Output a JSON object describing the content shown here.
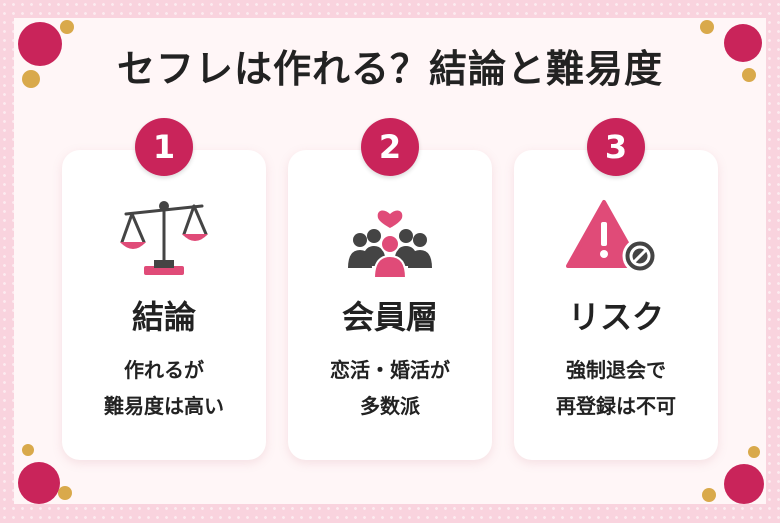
{
  "title": "セフレは作れる？結論と難易度",
  "colors": {
    "accent": "#c9245a",
    "gold": "#d9a94b",
    "pink_bg": "#f9d3de"
  },
  "cards": [
    {
      "number": "1",
      "icon": "balance-scale-icon",
      "title": "結論",
      "lines": [
        "作れるが",
        "難易度は高い"
      ]
    },
    {
      "number": "2",
      "icon": "people-heart-icon",
      "title": "会員層",
      "lines": [
        "恋活・婚活が",
        "多数派"
      ]
    },
    {
      "number": "3",
      "icon": "warning-ban-icon",
      "title": "リスク",
      "lines": [
        "強制退会で",
        "再登録は不可"
      ]
    }
  ]
}
